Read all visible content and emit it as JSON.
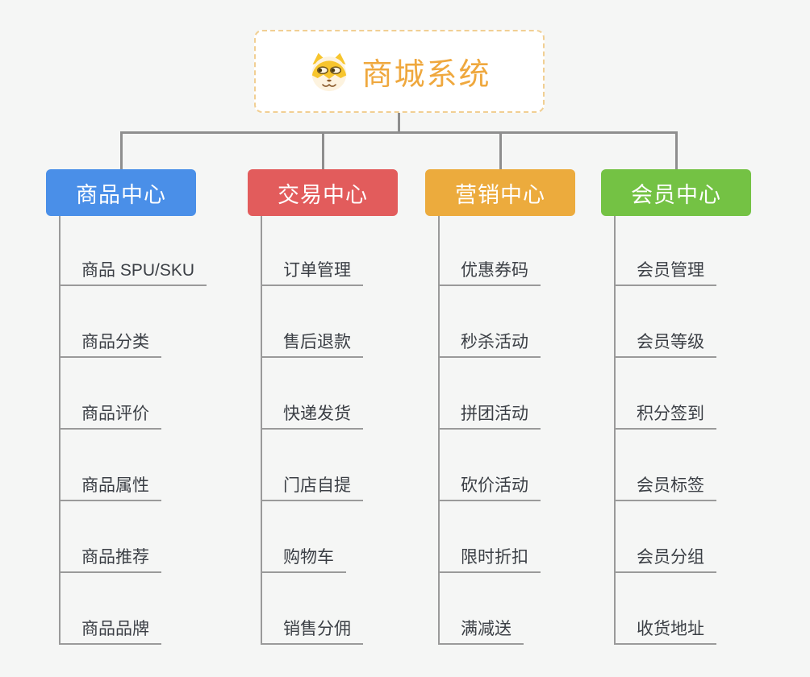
{
  "root": {
    "title": "商城系统",
    "icon": "shiba-dog-icon",
    "title_color": "#efa83e",
    "border_color": "#f1cf93"
  },
  "connector_color": "#8e8e8e",
  "background_color": "#f5f6f5",
  "branches": [
    {
      "label": "商品中心",
      "color": "#4a8fe8",
      "children": [
        "商品 SPU/SKU",
        "商品分类",
        "商品评价",
        "商品属性",
        "商品推荐",
        "商品品牌"
      ]
    },
    {
      "label": "交易中心",
      "color": "#e25c5c",
      "children": [
        "订单管理",
        "售后退款",
        "快递发货",
        "门店自提",
        "购物车",
        "销售分佣"
      ]
    },
    {
      "label": "营销中心",
      "color": "#ecab3d",
      "children": [
        "优惠券码",
        "秒杀活动",
        "拼团活动",
        "砍价活动",
        "限时折扣",
        "满减送"
      ]
    },
    {
      "label": "会员中心",
      "color": "#74c244",
      "children": [
        "会员管理",
        "会员等级",
        "积分签到",
        "会员标签",
        "会员分组",
        "收货地址"
      ]
    }
  ]
}
